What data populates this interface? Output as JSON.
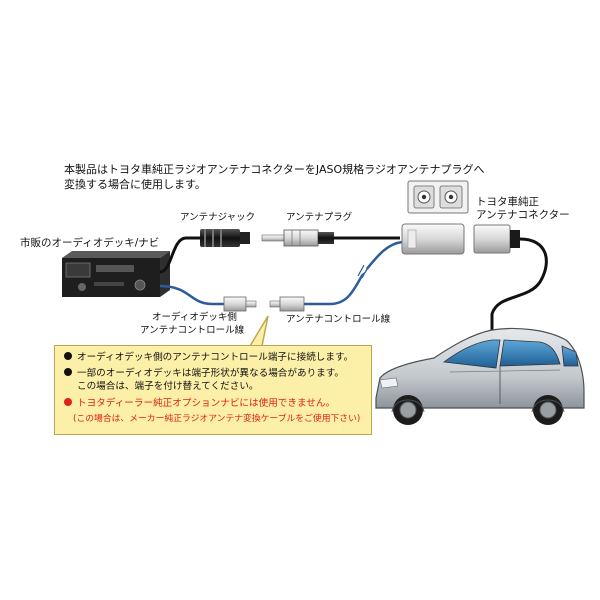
{
  "header": {
    "line1": "本製品はトヨタ車純正ラジオアンテナコネクターをJASO規格ラジオアンテナプラグへ",
    "line2": "変換する場合に使用します。"
  },
  "labels": {
    "deck": "市販のオーディオデッキ/ナビ",
    "antenna_jack": "アンテナジャック",
    "antenna_plug": "アンテナプラグ",
    "toyota_line1": "トヨタ車純正",
    "toyota_line2": "アンテナコネクター",
    "deck_side_line1": "オーディオデッキ側",
    "deck_side_line2": "アンテナコントロール線",
    "antenna_control": "アンテナコントロール線"
  },
  "notes": [
    {
      "text": "オーディオデッキ側のアンテナコントロール端子に接続します。",
      "bullet": true,
      "color": "#111111"
    },
    {
      "text": "一部のオーディオデッキは端子形状が異なる場合があります。",
      "bullet": true,
      "color": "#111111"
    },
    {
      "text": "この場合は、端子を付け替えてください。",
      "bullet": false,
      "color": "#111111"
    },
    {
      "text": "トヨタディーラー純正オプションナビには使用できません。",
      "bullet": true,
      "color": "#e0201b"
    },
    {
      "text": "(この場合は、メーカー純正ラジオアンテナ変換ケーブルをご使用下さい)",
      "bullet": false,
      "color": "#e0201b"
    }
  ],
  "colors": {
    "cable_black": "#111111",
    "cable_blue": "#2d5c9c",
    "note_bg": "#fcefa8",
    "warning_red": "#e0201b",
    "car_body": "#c8cdd2"
  }
}
